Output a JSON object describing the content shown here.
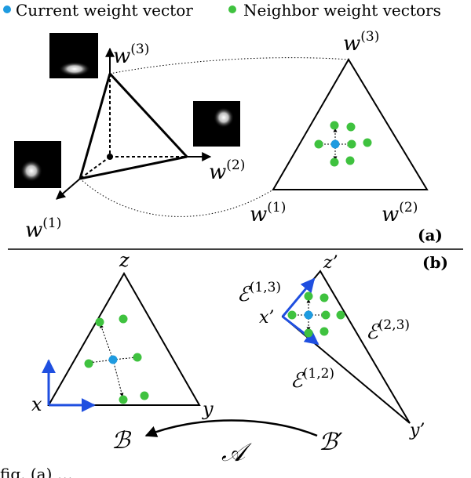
{
  "legend": {
    "current": "Current weight vector",
    "neighbor": "Neighbor weight vectors"
  },
  "colors": {
    "current": "#1e9be0",
    "neighbor": "#3fc23f",
    "basis": "#1f4fe0",
    "stroke": "#000000"
  },
  "panel_a": {
    "label": "(a)",
    "w1": {
      "base": "w",
      "sup": "(1)"
    },
    "w2": {
      "base": "w",
      "sup": "(2)"
    },
    "w3": {
      "base": "w",
      "sup": "(3)"
    },
    "right_w1": {
      "base": "w",
      "sup": "(1)"
    },
    "right_w2": {
      "base": "w",
      "sup": "(2)"
    },
    "right_w3": {
      "base": "w",
      "sup": "(3)"
    }
  },
  "panel_b": {
    "label": "(b)",
    "x": "x",
    "y": "y",
    "z": "z",
    "xp": "x’",
    "yp": "y’",
    "zp": "z’",
    "e13": {
      "base": "ℰ",
      "sup": "(1,3)"
    },
    "e23": {
      "base": "ℰ",
      "sup": "(2,3)"
    },
    "e12": {
      "base": "ℰ",
      "sup": "(1,2)"
    },
    "B": "ℬ",
    "Bp": "ℬ′",
    "A": "𝒜"
  },
  "caption": "fig. (a) …"
}
